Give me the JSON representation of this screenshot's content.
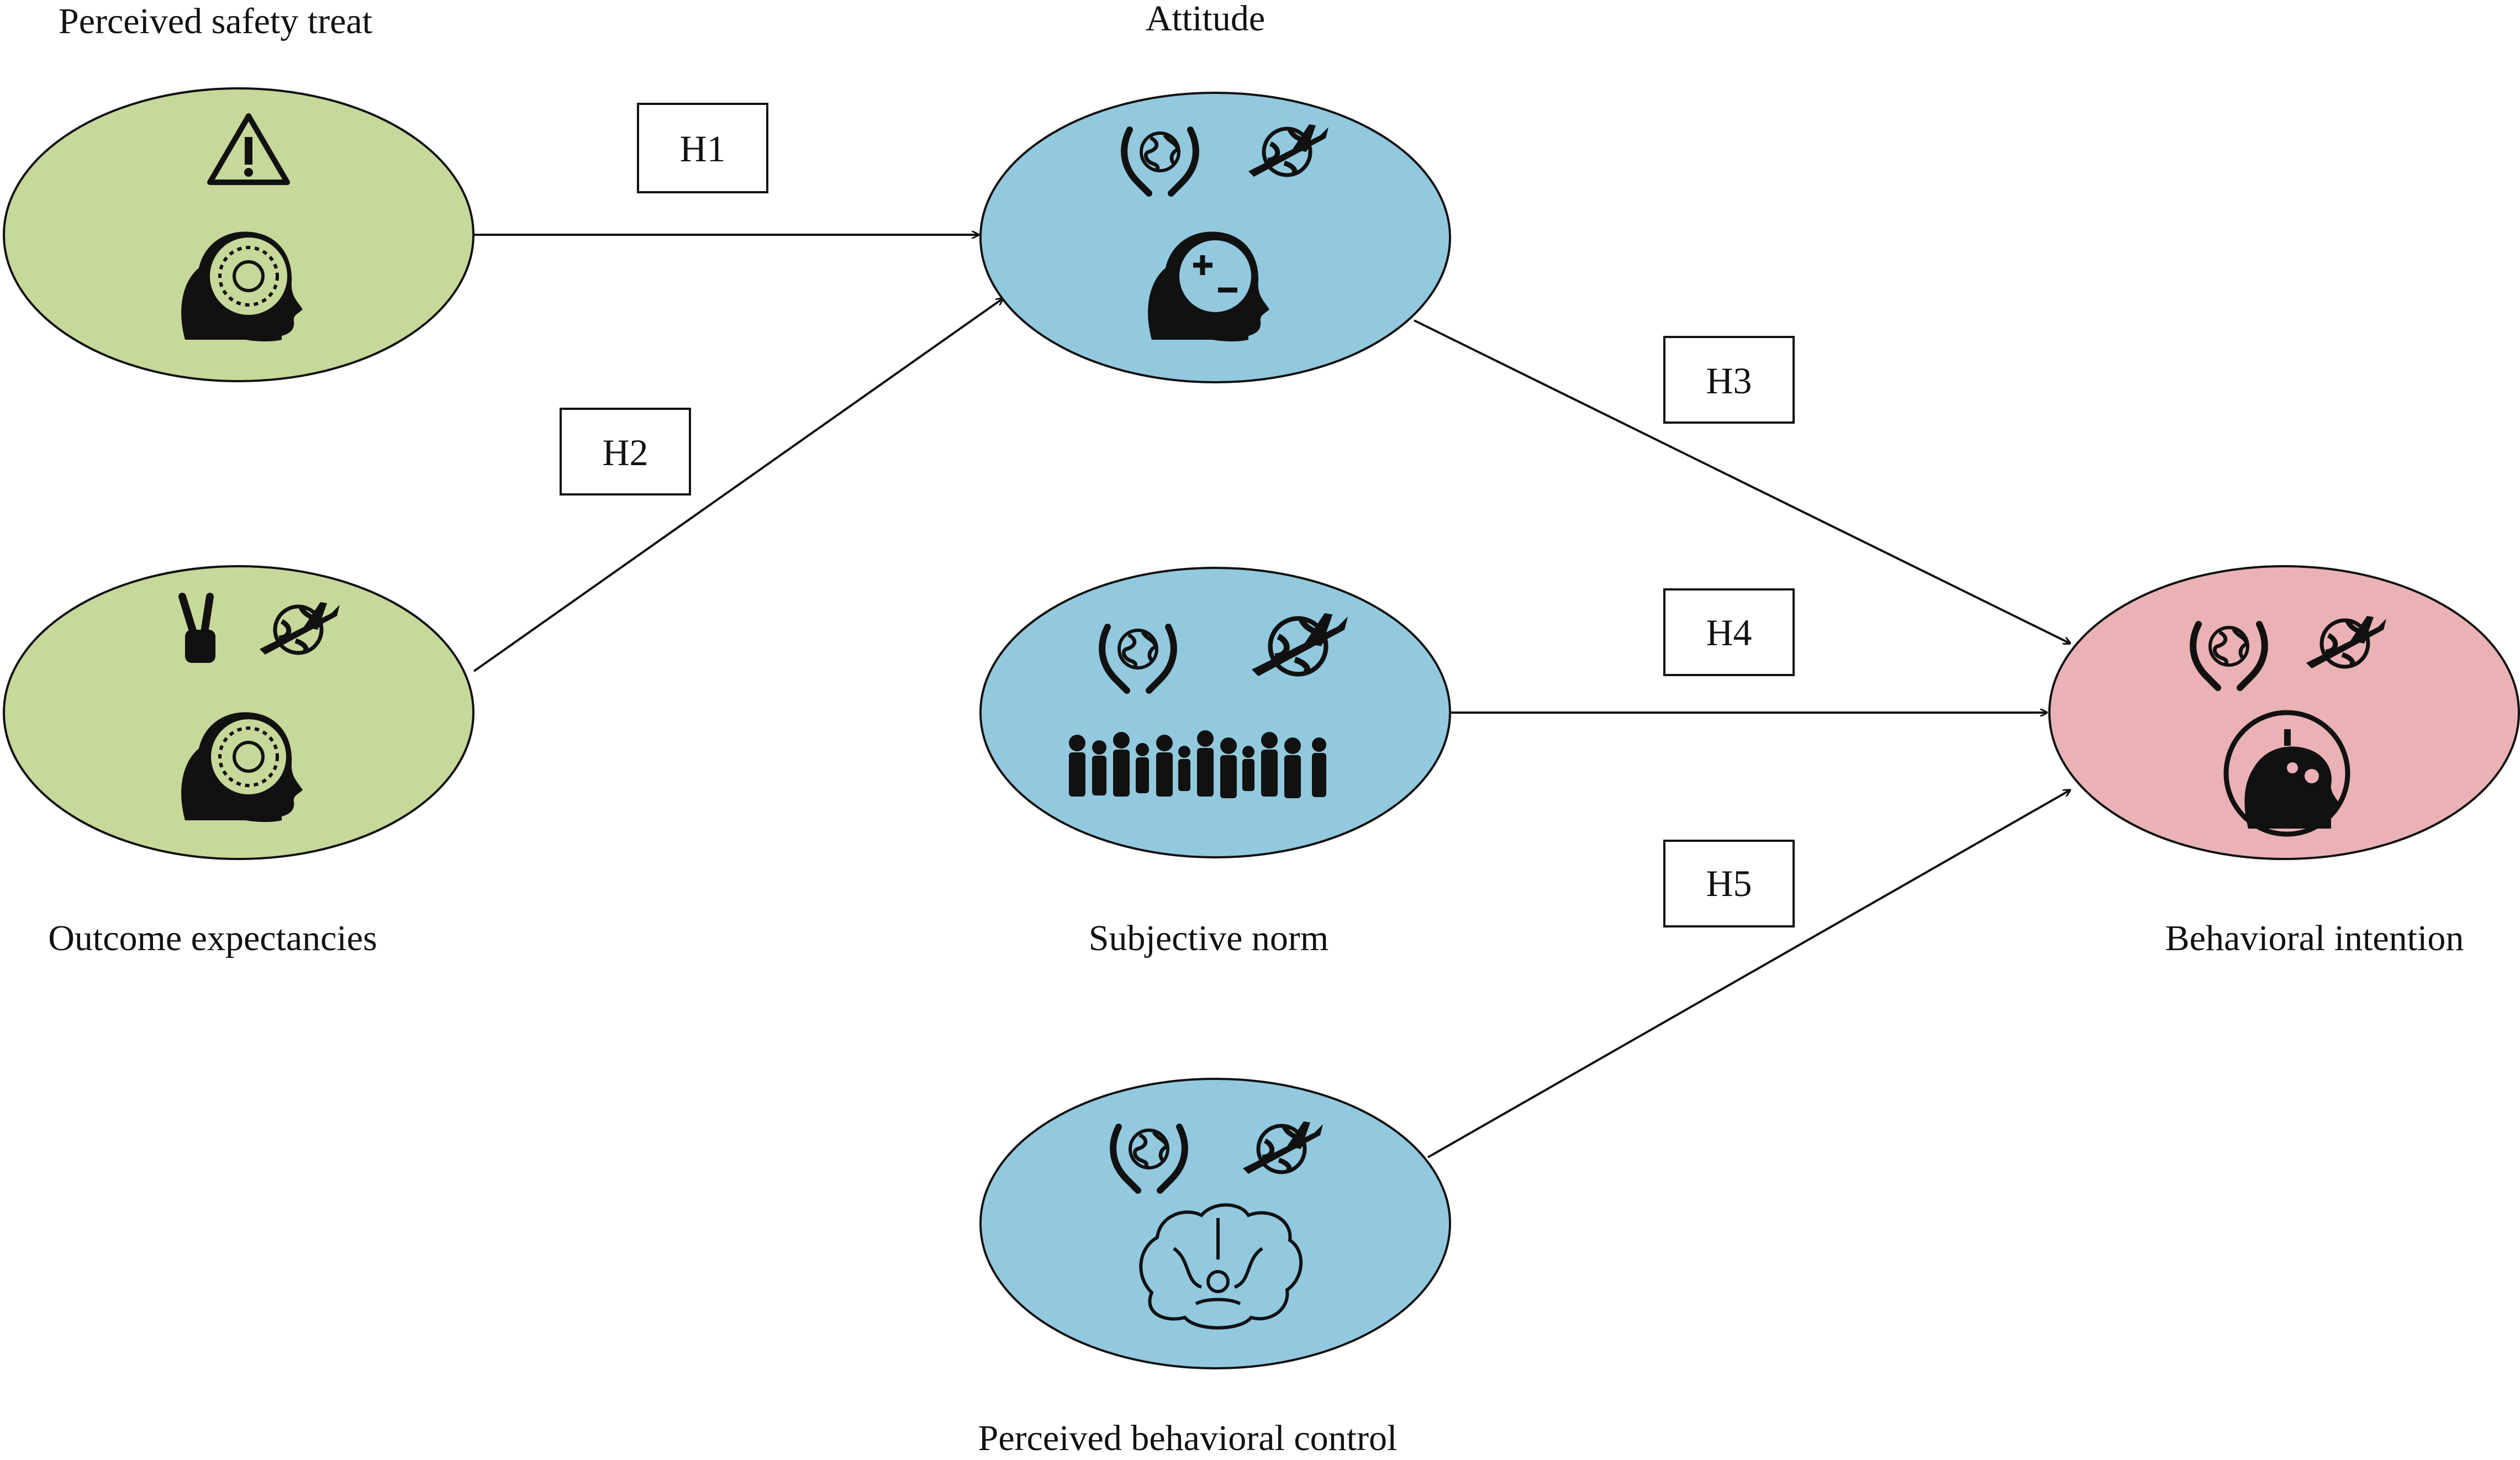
{
  "nodes": {
    "perceived_safety": {
      "label": "Perceived safety treat",
      "color": "#c6d89a",
      "icons": [
        "warning-icon",
        "virus-head-icon"
      ]
    },
    "outcome": {
      "label": "Outcome expectancies",
      "color": "#c6d89a",
      "icons": [
        "crossed-fingers-icon",
        "globe-plane-icon",
        "virus-head-icon"
      ]
    },
    "attitude": {
      "label": "Attitude",
      "color": "#92c9de",
      "icons": [
        "hands-globe-icon",
        "globe-plane-icon",
        "plus-minus-head-icon"
      ]
    },
    "subjective": {
      "label": "Subjective norm",
      "color": "#92c9de",
      "icons": [
        "hands-globe-icon",
        "globe-plane-icon",
        "crowd-icon"
      ]
    },
    "pbc": {
      "label": "Perceived behavioral control",
      "color": "#92c9de",
      "icons": [
        "hands-globe-icon",
        "globe-plane-icon",
        "brain-icon"
      ]
    },
    "intention": {
      "label": "Behavioral intention",
      "color": "#eab2b4",
      "icons": [
        "hands-globe-icon",
        "globe-plane-icon",
        "thinking-head-icon"
      ]
    }
  },
  "hypotheses": {
    "h1": "H1",
    "h2": "H2",
    "h3": "H3",
    "h4": "H4",
    "h5": "H5"
  },
  "colors": {
    "stroke": "#111111"
  }
}
